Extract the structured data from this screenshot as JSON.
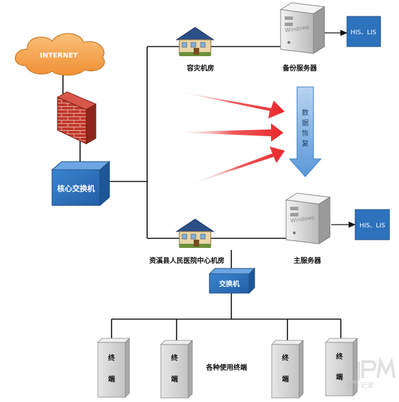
{
  "internet": {
    "label": "INTERNET"
  },
  "core_switch": {
    "label": "核心交换机"
  },
  "backup_room": {
    "label": "容灾机房"
  },
  "backup_server": {
    "label": "备份服务器",
    "os_text": "Windows"
  },
  "backup_his": {
    "label": "HIS、LIS"
  },
  "recovery_arrow": {
    "label": [
      "数",
      "据",
      "恢",
      "复"
    ]
  },
  "main_room": {
    "label": "资溪县人民医院中心机房"
  },
  "main_server": {
    "label": "主服务器",
    "os_text": "Windows"
  },
  "main_his": {
    "label": "HIS、LIS"
  },
  "switch": {
    "label": "交换机"
  },
  "terminals": [
    {
      "chars": [
        "终",
        "端"
      ]
    },
    {
      "chars": [
        "终",
        "端"
      ]
    },
    {
      "chars": [
        "终",
        "端"
      ]
    },
    {
      "chars": [
        "终",
        "端"
      ]
    }
  ],
  "terminals_caption": {
    "label": "各种使用终端"
  },
  "watermark": {
    "text": "和方记录"
  },
  "colors": {
    "accent_blue": "#2d72bd",
    "arrow_red": "#e8282c",
    "cloud_orange": "#f4a24a"
  }
}
